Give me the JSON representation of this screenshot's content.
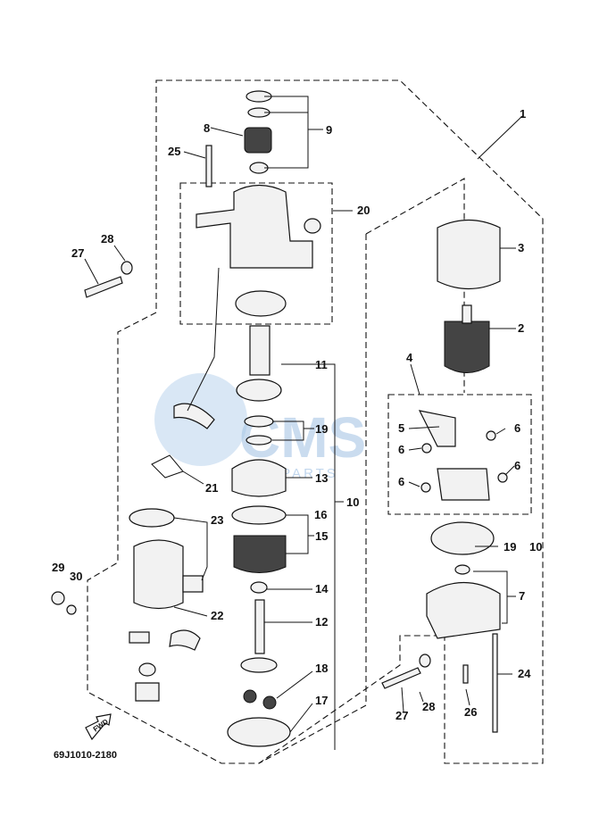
{
  "watermark": {
    "brand": "CMS",
    "tagline": "OEMPARTS"
  },
  "callouts": {
    "c1": "1",
    "c2": "2",
    "c3": "3",
    "c4": "4",
    "c5": "5",
    "c6a": "6",
    "c6b": "6",
    "c6c": "6",
    "c6d": "6",
    "c7": "7",
    "c8": "8",
    "c9": "9",
    "c10a": "10",
    "c10b": "10",
    "c11": "11",
    "c12": "12",
    "c13": "13",
    "c14": "14",
    "c15": "15",
    "c16": "16",
    "c17": "17",
    "c18": "18",
    "c19a": "19",
    "c19b": "19",
    "c20": "20",
    "c21": "21",
    "c22": "22",
    "c23": "23",
    "c24": "24",
    "c25": "25",
    "c26": "26",
    "c27a": "27",
    "c27b": "27",
    "c28a": "28",
    "c28b": "28",
    "c29": "29",
    "c30": "30"
  },
  "fwd_label": "FWD",
  "diagram_code": "69J1010-2180"
}
